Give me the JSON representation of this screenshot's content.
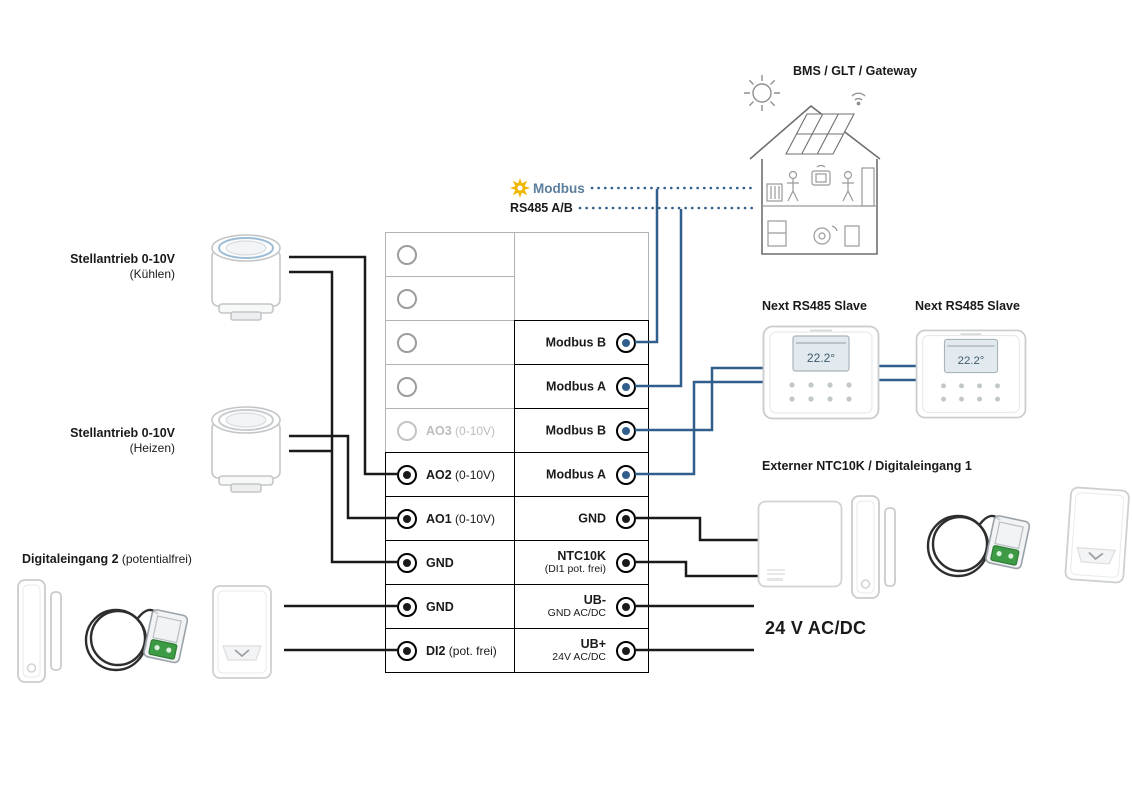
{
  "colors": {
    "wire_black": "#1a1a1a",
    "wire_blue": "#305f8c",
    "modbus_yellow": "#f2b600",
    "modbus_text_blue": "#5b7e9d",
    "terminal_gray_border": "#b3b3b3",
    "terminal_blue_contact": "#305f8c"
  },
  "header": {
    "bms_label": "BMS / GLT / Gateway",
    "modbus_logo_text": "Modbus",
    "rs485_label": "RS485 A/B"
  },
  "left_labels": {
    "actuator_cooling_line1": "Stellantrieb 0-10V",
    "actuator_cooling_line2": "(Kühlen)",
    "actuator_heating_line1": "Stellantrieb 0-10V",
    "actuator_heating_line2": "(Heizen)",
    "digital_input_bold": "Digitaleingang 2",
    "digital_input_normal": " (potentialfrei)"
  },
  "right_labels": {
    "slave1": "Next RS485 Slave",
    "slave2": "Next RS485 Slave",
    "external_input": "Externer NTC10K / Digitaleingang 1",
    "power": "24 V AC/DC"
  },
  "terminal_block": {
    "left": [
      {
        "name": "",
        "detail": "",
        "state": "empty"
      },
      {
        "name": "",
        "detail": "",
        "state": "empty"
      },
      {
        "name": "",
        "detail": "",
        "state": "empty"
      },
      {
        "name": "",
        "detail": "",
        "state": "empty"
      },
      {
        "name": "AO3",
        "detail": " (0-10V)",
        "state": "disabled"
      },
      {
        "name": "AO2",
        "detail": " (0-10V)",
        "state": "active"
      },
      {
        "name": "AO1",
        "detail": " (0-10V)",
        "state": "active"
      },
      {
        "name": "GND",
        "detail": "",
        "state": "active"
      },
      {
        "name": "GND",
        "detail": "",
        "state": "active"
      },
      {
        "name": "DI2",
        "detail": " (pot. frei)",
        "state": "active"
      }
    ],
    "right": [
      {
        "name": "Modbus B",
        "sub": "",
        "type": "modbus"
      },
      {
        "name": "Modbus A",
        "sub": "",
        "type": "modbus"
      },
      {
        "name": "Modbus B",
        "sub": "",
        "type": "modbus"
      },
      {
        "name": "Modbus A",
        "sub": "",
        "type": "modbus"
      },
      {
        "name": "GND",
        "sub": "",
        "type": "io"
      },
      {
        "name": "NTC10K",
        "sub": "(DI1 pot. frei)",
        "type": "io"
      },
      {
        "name": "UB-",
        "sub": "GND AC/DC",
        "type": "power"
      },
      {
        "name": "UB+",
        "sub": "24V AC/DC",
        "type": "power"
      }
    ]
  },
  "devices": {
    "thermostat_temp": "22.2°"
  }
}
